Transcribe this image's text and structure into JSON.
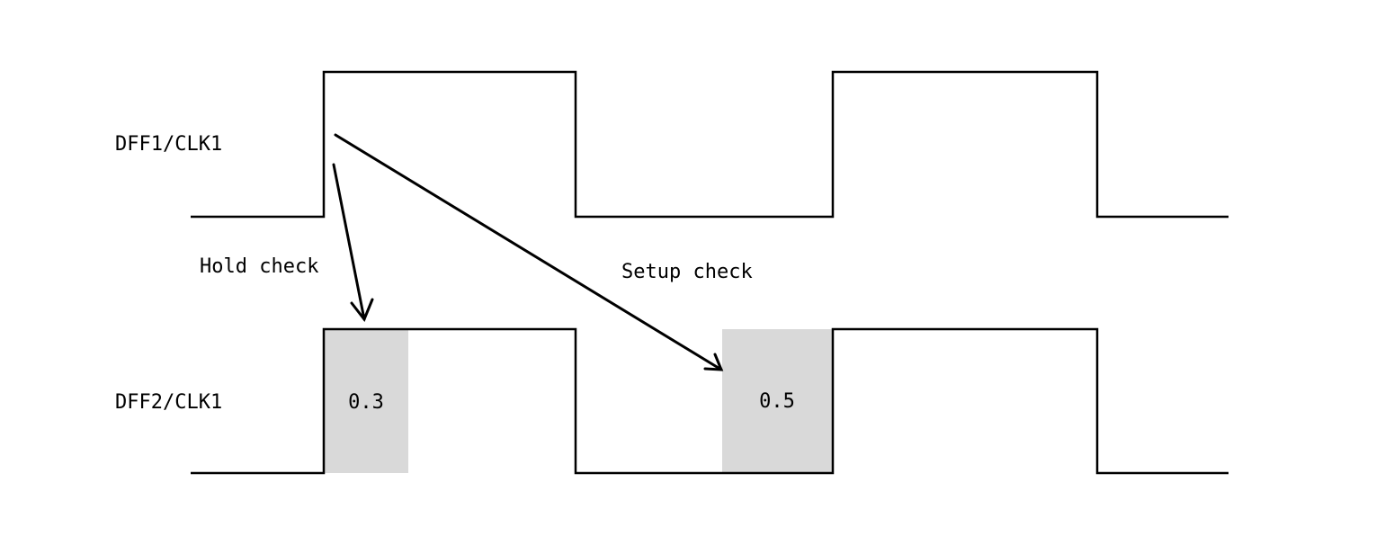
{
  "signals": [
    {
      "label": "DFF1/CLK1"
    },
    {
      "label": "DFF2/CLK1"
    }
  ],
  "checks": {
    "hold": {
      "label": "Hold check",
      "value": "0.3"
    },
    "setup": {
      "label": "Setup check",
      "value": "0.5"
    }
  },
  "colors": {
    "line": "#000000",
    "window": "#d9d9d9",
    "background": "#ffffff"
  }
}
